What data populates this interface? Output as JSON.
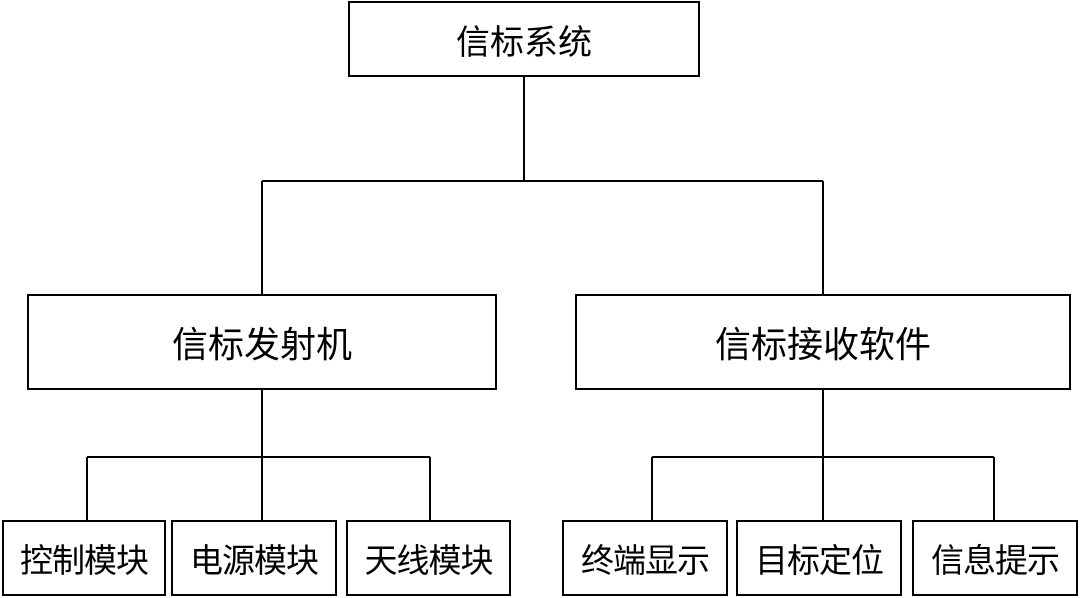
{
  "root": {
    "label": "信标系统"
  },
  "transmitter": {
    "label": "信标发射机",
    "children": [
      "控制模块",
      "电源模块",
      "天线模块"
    ]
  },
  "receiver": {
    "label": "信标接收软件",
    "children": [
      "终端显示",
      "目标定位",
      "信息提示"
    ]
  }
}
